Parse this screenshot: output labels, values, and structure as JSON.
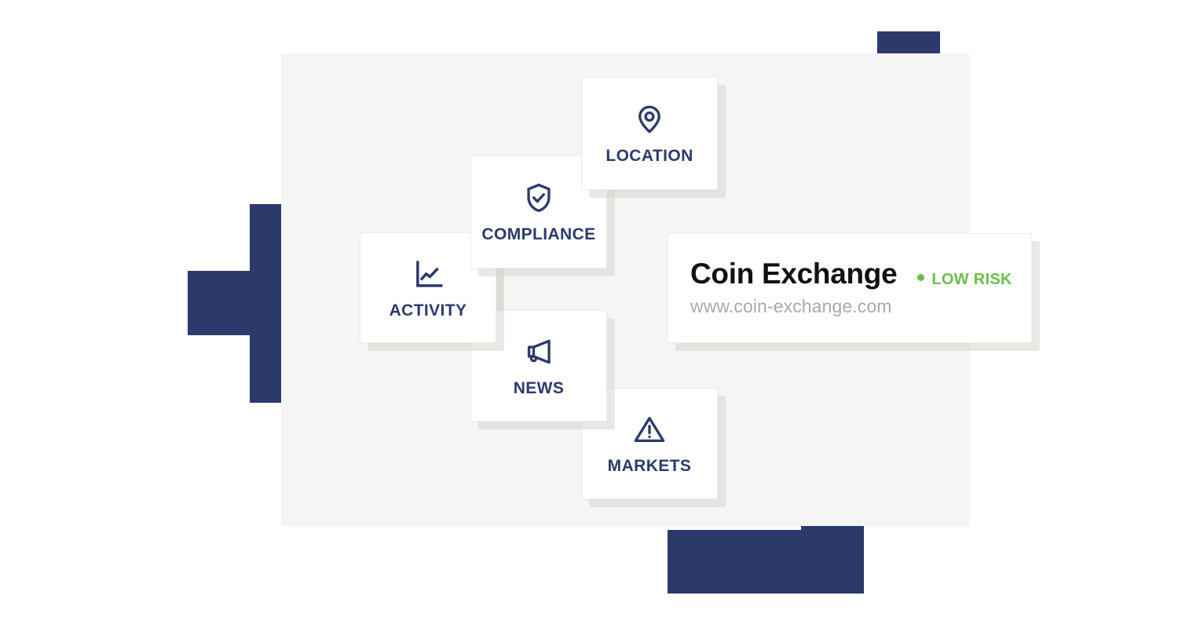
{
  "theme": {
    "navy": "#2c3a6b",
    "green": "#6abf4b",
    "panel_gray": "#f5f5f5",
    "card_white": "#ffffff",
    "url_gray": "#a9a9a9",
    "shadow_gray": "#d8d5d0"
  },
  "cards": [
    {
      "id": "location",
      "label": "LOCATION",
      "icon": "map-pin-icon"
    },
    {
      "id": "compliance",
      "label": "COMPLIANCE",
      "icon": "shield-check-icon"
    },
    {
      "id": "activity",
      "label": "ACTIVITY",
      "icon": "line-chart-icon"
    },
    {
      "id": "news",
      "label": "NEWS",
      "icon": "megaphone-icon"
    },
    {
      "id": "markets",
      "label": "MARKETS",
      "icon": "warning-triangle-icon"
    }
  ],
  "info_panel": {
    "title": "Coin Exchange",
    "url": "www.coin-exchange.com",
    "risk_label": "LOW RISK",
    "risk_level": "low",
    "risk_color": "#6abf4b"
  }
}
